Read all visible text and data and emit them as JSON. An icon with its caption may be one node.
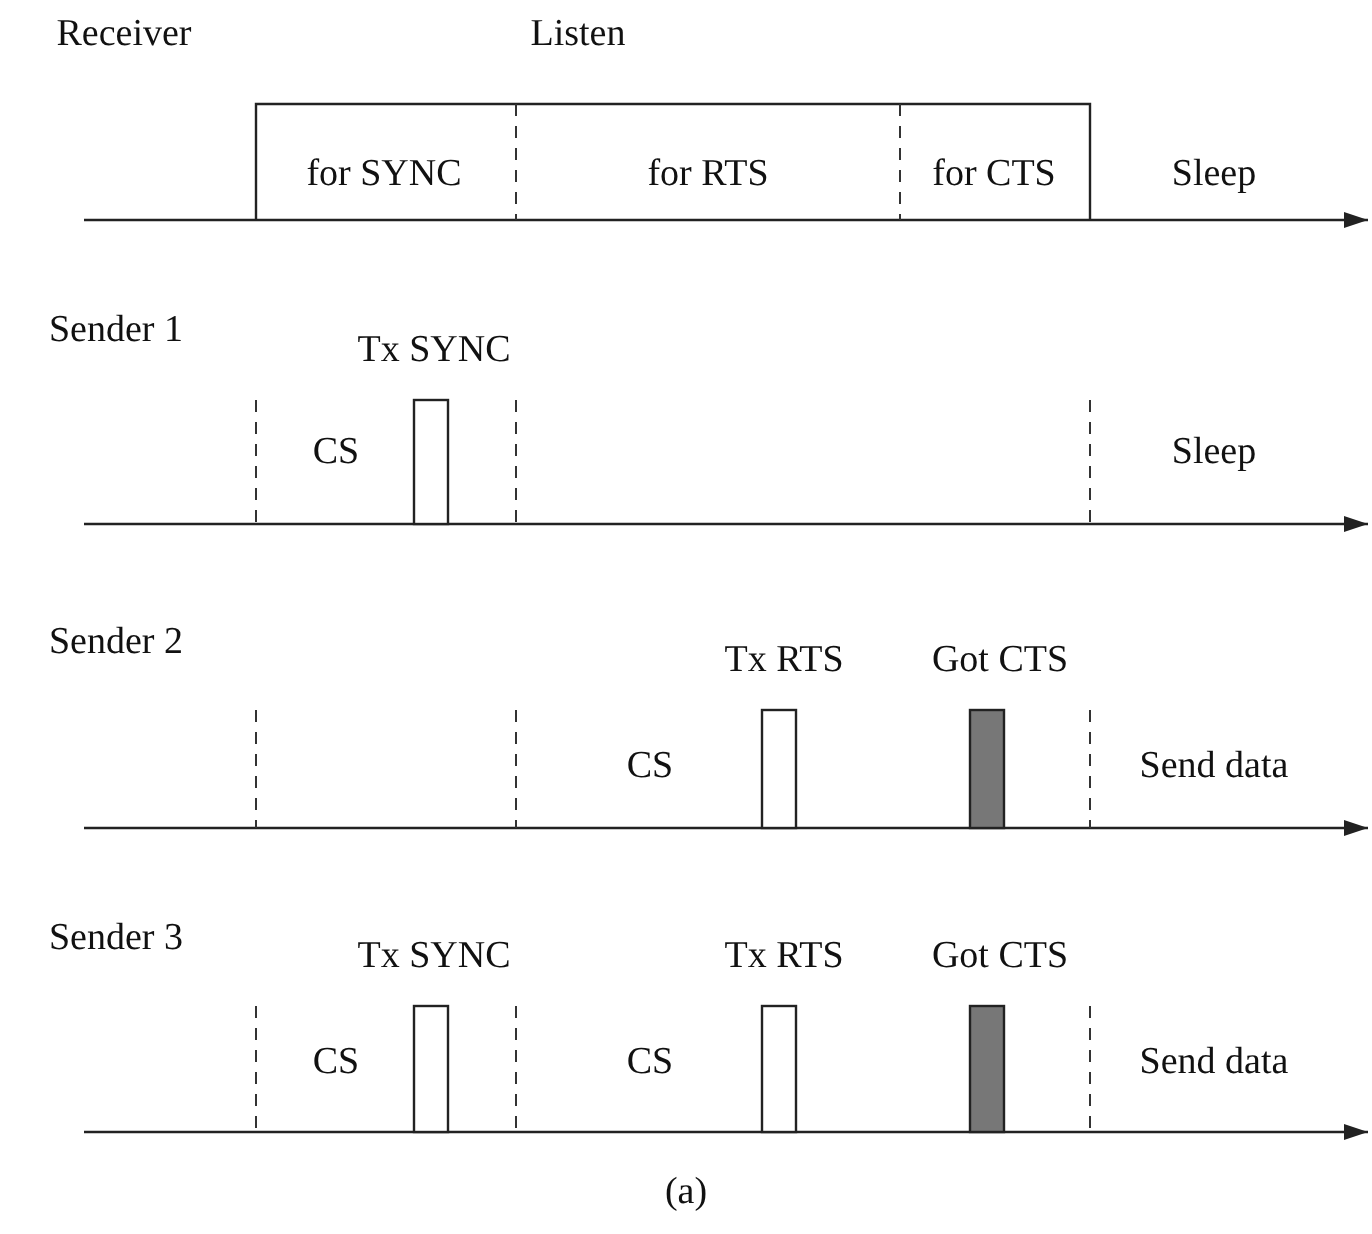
{
  "diagram": {
    "caption": "(a)",
    "labels": [
      "Receiver",
      "Listen",
      "for SYNC",
      "for RTS",
      "for CTS",
      "Sleep",
      "Sender 1",
      "Tx SYNC",
      "CS",
      "Sleep",
      "Sender 2",
      "Tx RTS",
      "Got CTS",
      "CS",
      "Send data",
      "Sender 3",
      "Tx SYNC",
      "Tx RTS",
      "Got CTS",
      "CS",
      "CS",
      "Send data"
    ]
  }
}
